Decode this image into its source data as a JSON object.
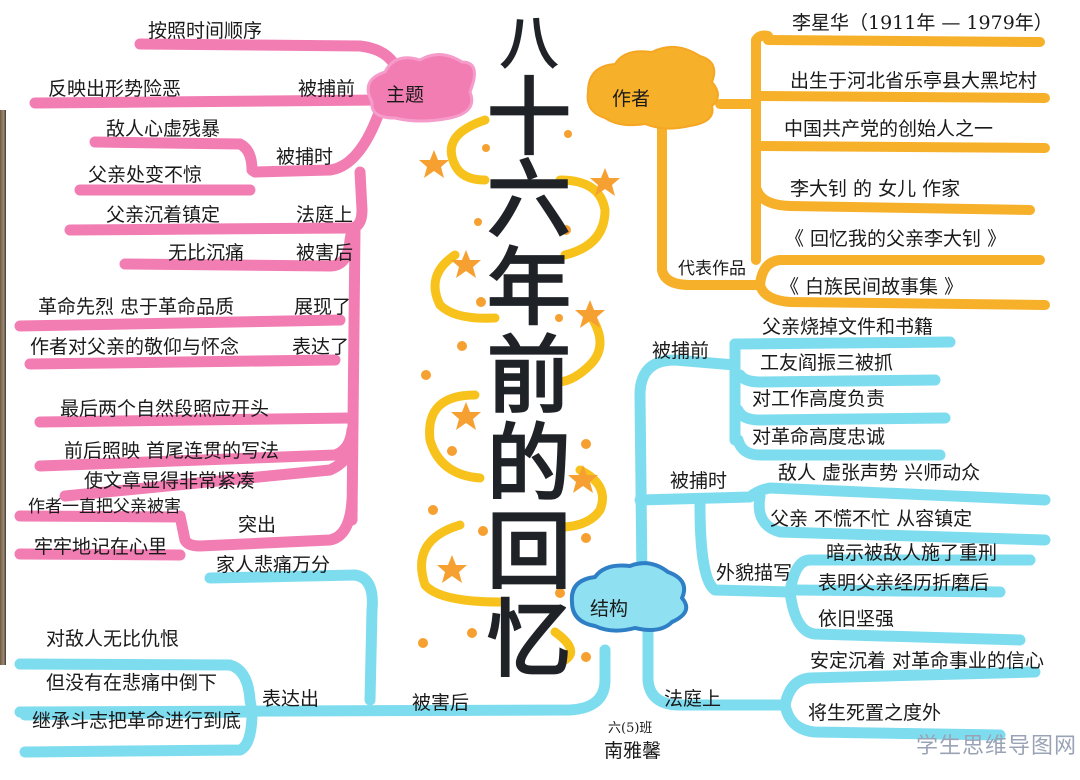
{
  "title": {
    "chars": [
      "八",
      "十",
      "六",
      "年",
      "前",
      "的",
      "回",
      "忆"
    ],
    "text": "十六年前的回忆"
  },
  "colors": {
    "pink_branch": "#f27db3",
    "orange_branch": "#f7b02a",
    "blue_branch": "#7edcef",
    "blue_cloud_edge": "#2f7fc6",
    "star_orange": "#f5a030",
    "arc_yellow": "#f8c21d",
    "title_ink": "#1f2327"
  },
  "theme": {
    "label": "主题",
    "order_note": "按照时间顺序",
    "branches": [
      {
        "label": "被捕前",
        "items": [
          "反映出形势险恶"
        ]
      },
      {
        "label": "被捕时",
        "items": [
          "敌人心虚残暴",
          "父亲处变不惊"
        ]
      },
      {
        "label": "法庭上",
        "items": [
          "父亲沉着镇定"
        ]
      },
      {
        "label": "被害后",
        "items": [
          "无比沉痛"
        ]
      },
      {
        "label": "展现了",
        "items": [
          "革命先烈 忠于革命品质"
        ]
      },
      {
        "label": "表达了",
        "items": [
          "作者对父亲的敬仰与怀念"
        ]
      },
      {
        "label": "突出",
        "items": [
          "最后两个自然段照应开头",
          "前后照映 首尾连贯的写法",
          "使文章显得非常紧凑",
          "作者一直把父亲被害",
          "牢牢地记在心里"
        ]
      }
    ]
  },
  "author": {
    "label": "作者",
    "items": [
      "李星华（1911年 — 1979年）",
      "出生于河北省乐亭县大黑坨村",
      "中国共产党的创始人之一",
      "李大钊 的 女儿    作家"
    ],
    "works_label": "代表作品",
    "works": [
      "《 回忆我的父亲李大钊 》",
      "《 白族民间故事集 》"
    ]
  },
  "structure": {
    "label": "结构",
    "before_arrest": {
      "label": "被捕前",
      "items": [
        "父亲烧掉文件和书籍",
        "工友阎振三被抓",
        "对工作高度负责",
        "对革命高度忠诚"
      ]
    },
    "during_arrest": {
      "label": "被捕时",
      "items": [
        "敌人 虚张声势    兴师动众",
        "父亲  不慌不忙   从容镇定"
      ]
    },
    "appearance": {
      "label": "外貌描写",
      "items": [
        "暗示被敌人施了重刑",
        "表明父亲经历折磨后",
        "依旧坚强"
      ]
    },
    "court": {
      "label": "法庭上",
      "items": [
        "安定沉着 对革命事业的信心",
        "将生死置之度外"
      ]
    },
    "after_death": {
      "label": "被害后",
      "sub_label": "家人悲痛万分",
      "express_label": "表达出",
      "items": [
        "对敌人无比仇恨",
        "但没有在悲痛中倒下",
        "继承斗志把革命进行到底"
      ]
    }
  },
  "signature": {
    "class": "六(5)班",
    "name": "南雅馨"
  },
  "watermark": "学生思维导图网"
}
